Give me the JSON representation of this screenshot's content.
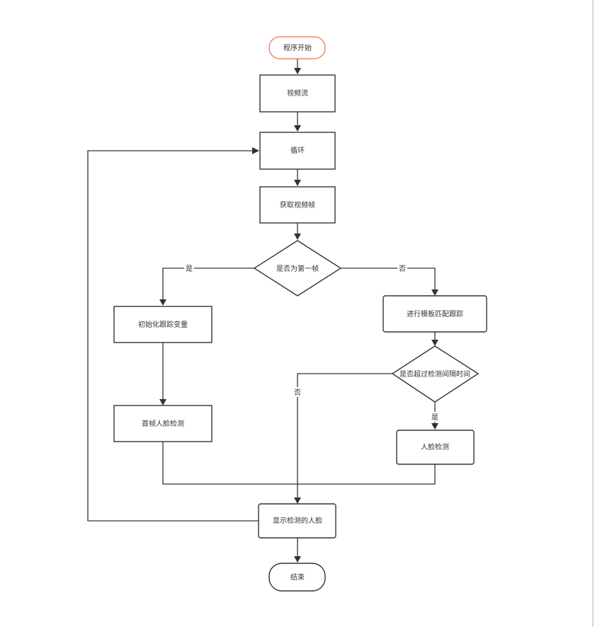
{
  "diagram": {
    "nodes": {
      "start": "程序开始",
      "video_stream": "视频流",
      "loop": "循环",
      "get_frame": "获取视频帧",
      "is_first_frame": "是否为第一帧",
      "init_tracking": "初始化跟踪变量",
      "first_frame_detect": "首帧人脸检测",
      "template_match": "进行模板匹配跟踪",
      "exceed_interval": "是否超过检测间隔时间",
      "face_detect": "人脸检测",
      "show_faces": "显示检测的人脸",
      "end": "结束"
    },
    "edge_labels": {
      "first_yes": "是",
      "first_no": "否",
      "interval_no": "否",
      "interval_yes": "是"
    }
  },
  "colors": {
    "start_border": "#e8704d",
    "line": "#333333"
  }
}
